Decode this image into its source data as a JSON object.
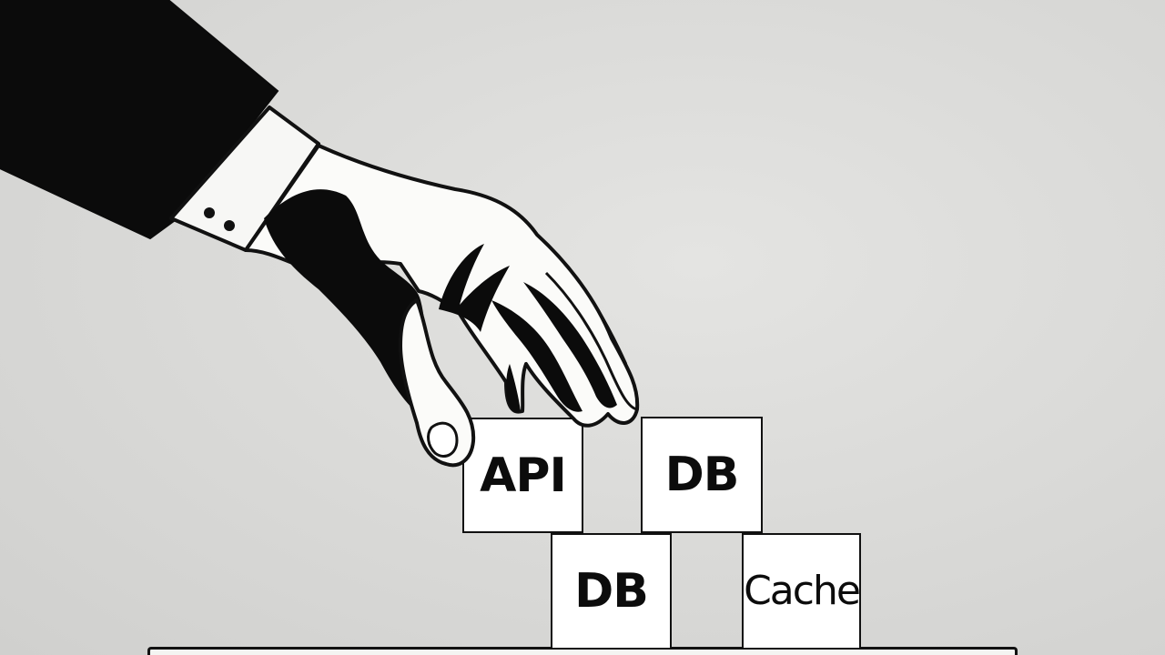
{
  "blocks": {
    "api": "API",
    "db_top": "DB",
    "db_bottom": "DB",
    "cache": "Cache"
  },
  "colors": {
    "background": "#dcdcda",
    "ink": "#111111",
    "block_fill": "#ffffff"
  }
}
